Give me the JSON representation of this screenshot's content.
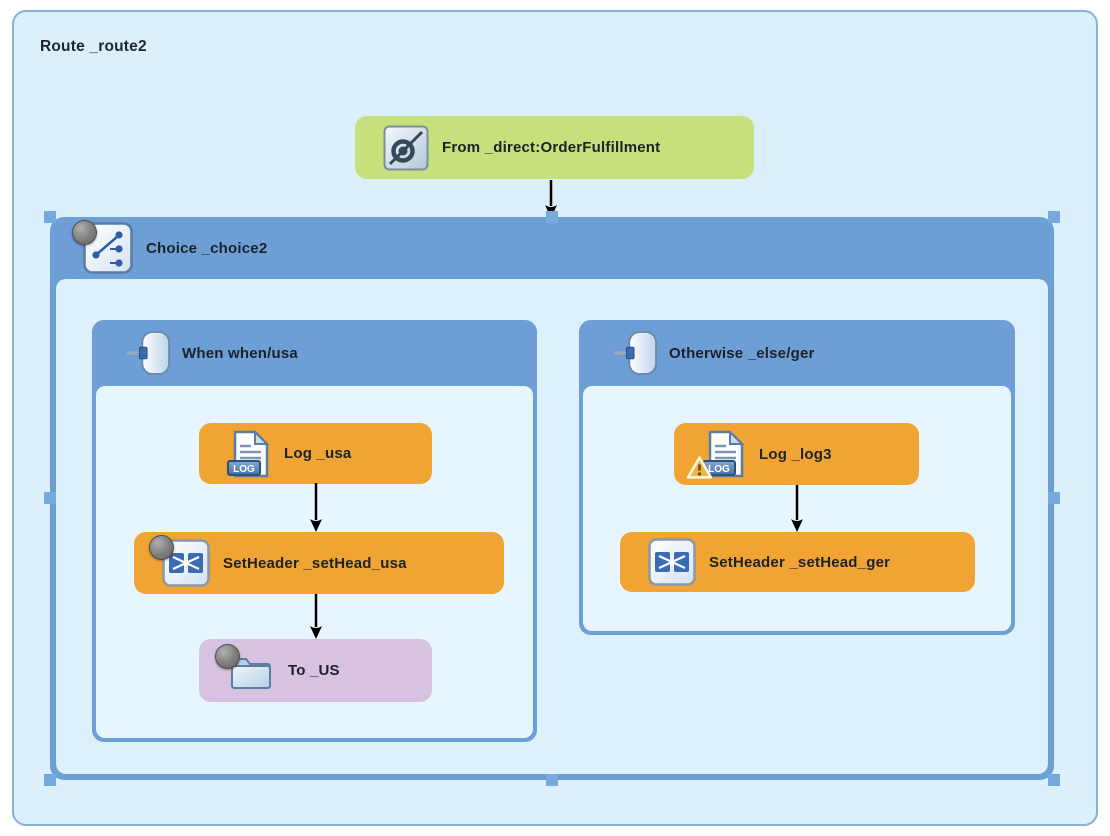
{
  "route": {
    "title": "Route _route2",
    "from_node": {
      "label": "From _direct:OrderFulfillment",
      "icon": "endpoint-icon",
      "color": "#c6e17b"
    },
    "choice": {
      "label": "Choice _choice2",
      "icon": "choice-icon",
      "has_breakpoint": true,
      "selected": true,
      "when": {
        "label": "When when/usa",
        "icon": "filter-icon",
        "log": {
          "label": "Log _usa",
          "icon": "log-icon",
          "color": "#f0a433"
        },
        "set_header": {
          "label": "SetHeader _setHead_usa",
          "icon": "transform-icon",
          "color": "#f0a433",
          "has_breakpoint": true
        },
        "to": {
          "label": "To _US",
          "icon": "folder-icon",
          "color": "#d7c2e1",
          "has_breakpoint": true
        }
      },
      "otherwise": {
        "label": "Otherwise _else/ger",
        "icon": "filter-icon",
        "log": {
          "label": "Log _log3",
          "icon": "log-icon",
          "color": "#f0a433",
          "has_warning": true
        },
        "set_header": {
          "label": "SetHeader _setHead_ger",
          "icon": "transform-icon",
          "color": "#f0a433"
        }
      }
    }
  },
  "icons": {
    "endpoint_icon": "circle-with-diagonal-slash",
    "choice_icon": "switch-with-branch-dots",
    "filter_icon": "cylinder-with-input-arrow",
    "log_icon": "document-with-log-badge",
    "log_badge_text": "LOG",
    "transform_icon": "two-blue-squares-crossed-arrows",
    "folder_icon": "folder",
    "breakpoint_marker": "gray-circle",
    "warning_icon": "yellow-triangle-exclamation"
  },
  "colors": {
    "canvas_bg": "#ffffff",
    "route_bg": "#dcf0fb",
    "route_border": "#88b0d8",
    "group_blue": "#6d9ed6",
    "group_body_bg": "#ddf1fc",
    "inner_body_bg": "#e7f6fe",
    "from_green": "#c6e17b",
    "node_orange": "#f0a433",
    "node_purple": "#d7c2e1",
    "selection_handle": "#76a9dd",
    "arrow": "#000000"
  }
}
